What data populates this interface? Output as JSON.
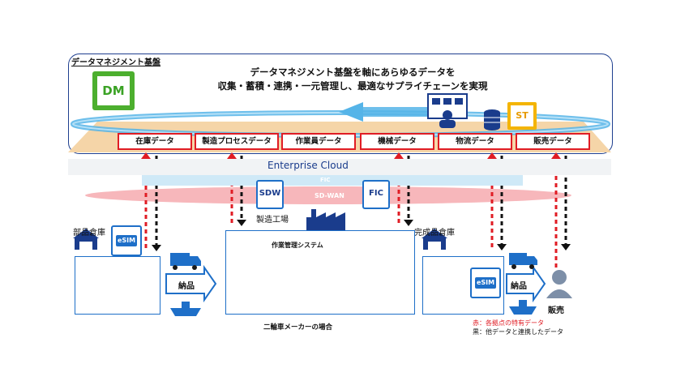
{
  "platform": {
    "title": "データマネジメント基盤",
    "headline_line1": "データマネジメント基盤を軸にあらゆるデータを",
    "headline_line2": "収集・蓄積・連携・一元管理し、最適なサプライチェーンを実現",
    "dm_logo": "DM",
    "st_logo": "ST"
  },
  "data_tags": [
    "在庫データ",
    "製造プロセスデータ",
    "作業員データ",
    "機械データ",
    "物流データ",
    "販売データ"
  ],
  "network": {
    "cloud": "Enterprise Cloud",
    "fic": "FIC",
    "sdwan": "SD-WAN",
    "sdw_box": "SDW",
    "fic_box": "FIC"
  },
  "sites": {
    "parts_warehouse": "部品倉庫",
    "factory": "製造工場",
    "work_system": "作業管理システム",
    "finished_warehouse": "完成品倉庫",
    "sales": "販売",
    "esim": "eSIM",
    "delivery": "納品"
  },
  "caption": "二輪車メーカーの場合",
  "legend": {
    "red": "赤：各拠点の特有データ",
    "black": "黒：他データと連携したデータ"
  },
  "colors": {
    "frame_blue": "#1f3f8f",
    "accent_blue": "#1e6fc8",
    "data_red": "#e01c24",
    "dm_green": "#4caf2e",
    "st_yellow": "#f4b400"
  }
}
